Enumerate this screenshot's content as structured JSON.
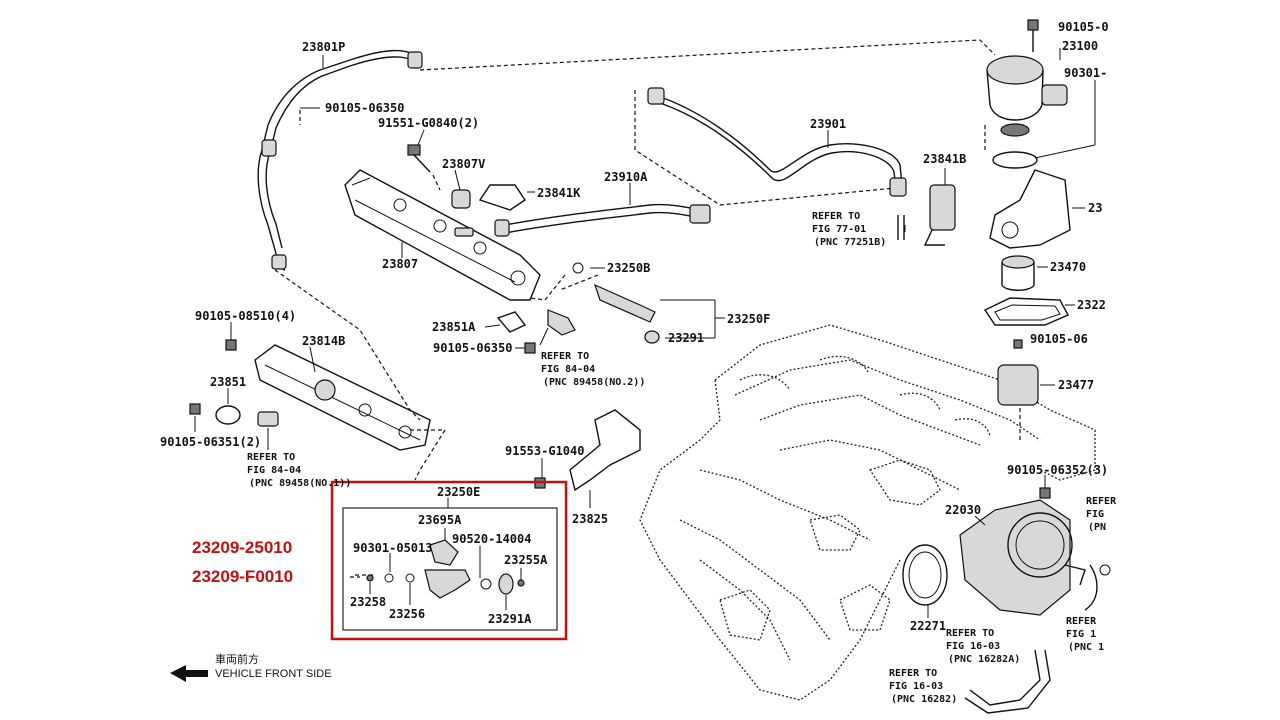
{
  "diagram": {
    "labels": {
      "p23801P": "23801P",
      "p90105_06350_top": "90105-06350",
      "p91551": "91551-G0840(2)",
      "p23807V": "23807V",
      "p23841K": "23841K",
      "p23910A": "23910A",
      "p23901": "23901",
      "p23841B": "23841B",
      "p90105_top_right": "90105-0",
      "p23100": "23100",
      "p90301_right": "90301-",
      "p23_right": "23",
      "p23807": "23807",
      "p23250B": "23250B",
      "p23250F": "23250F",
      "p23291": "23291",
      "p23851A": "23851A",
      "p90105_06350_mid": "90105-06350",
      "p23470": "23470",
      "p2322": "2322",
      "p90105_06_right": "90105-06",
      "p23477": "23477",
      "p90105_08510": "90105-08510(4)",
      "p23814B": "23814B",
      "p23851": "23851",
      "p90105_06351": "90105-06351(2)",
      "p91553": "91553-G1040",
      "p23825": "23825",
      "p90105_06352": "90105-06352(3)",
      "p22030": "22030",
      "p22271": "22271"
    },
    "refs": {
      "r77_1": "REFER TO",
      "r77_2": "FIG 77-01",
      "r77_3": "(PNC 77251B)",
      "r84a_1": "REFER TO",
      "r84a_2": "FIG 84-04",
      "r84a_3": "(PNC 89458(NO.2))",
      "r84b_1": "REFER TO",
      "r84b_2": "FIG 84-04",
      "r84b_3": "(PNC 89458(NO.1))",
      "r16a_1": "REFER TO",
      "r16a_2": "FIG 16-03",
      "r16a_3": "(PNC 16282A)",
      "r16b_1": "REFER TO",
      "r16b_2": "FIG 16-03",
      "r16b_3": "(PNC 16282)",
      "r16c_1": "REFER",
      "r16c_2": "FIG 1",
      "r16c_3": "(PNC 1",
      "rtop_1": "REFER",
      "rtop_2": "FIG",
      "rtop_3": "(PN"
    },
    "box": {
      "title": "23250E",
      "p23695A": "23695A",
      "p90301_05013": "90301-05013",
      "p90520_14004": "90520-14004",
      "p23255A": "23255A",
      "p23258": "23258",
      "p23256": "23256",
      "p23291A": "23291A"
    },
    "part_numbers": [
      "23209-25010",
      "23209-F0010"
    ],
    "legend": {
      "jp": "車両前方",
      "en": "VEHICLE FRONT SIDE"
    },
    "colors": {
      "highlight": "#c01010",
      "line": "#111111"
    }
  }
}
